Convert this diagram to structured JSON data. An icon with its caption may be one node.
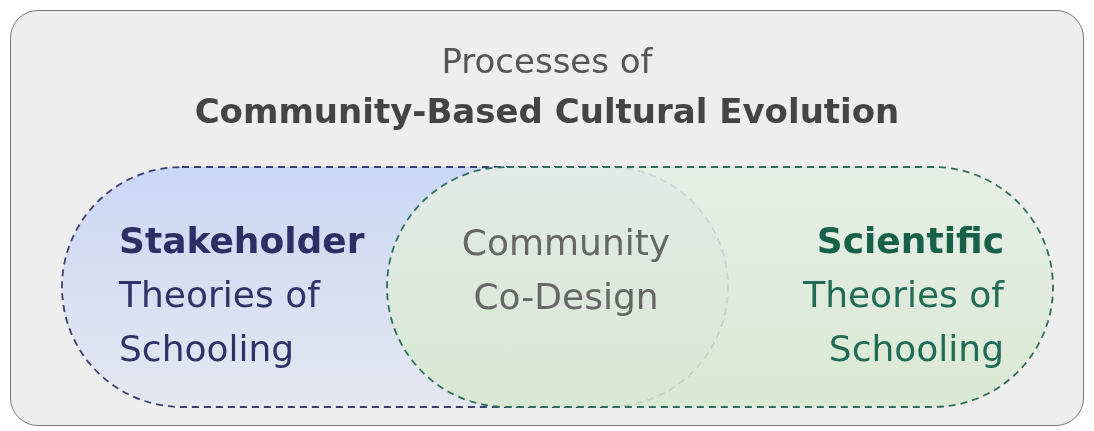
{
  "diagram": {
    "nodes": [
      {
        "text": [
          "Processes of",
          "Community-Based Cultural Evolution"
        ]
      },
      {
        "text": [
          "Stakeholder",
          "Theories of Schooling"
        ],
        "in": 0
      },
      {
        "text": [
          "Scientific",
          "Theories of Schooling"
        ],
        "in": 0
      }
    ],
    "labels": [
      "Community Co-Design"
    ]
  }
}
